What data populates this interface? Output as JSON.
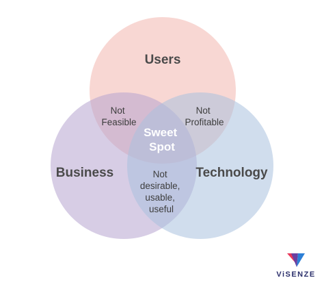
{
  "diagram": {
    "circles": [
      {
        "id": "users",
        "label": "Users",
        "color": "#f3b7ae"
      },
      {
        "id": "business",
        "label": "Business",
        "color": "#b7a4d0"
      },
      {
        "id": "technology",
        "label": "Technology",
        "color": "#a9c1df"
      }
    ],
    "overlaps": {
      "users_business": [
        "Not",
        "Feasible"
      ],
      "users_technology": [
        "Not",
        "Profitable"
      ],
      "business_technology": [
        "Not",
        "desirable,",
        "usable,",
        "useful"
      ],
      "center": [
        "Sweet",
        "Spot"
      ]
    }
  },
  "brand": {
    "name": "ViSENZE",
    "colors": [
      "#e8375a",
      "#6a3fa0",
      "#2c7fd6"
    ]
  }
}
